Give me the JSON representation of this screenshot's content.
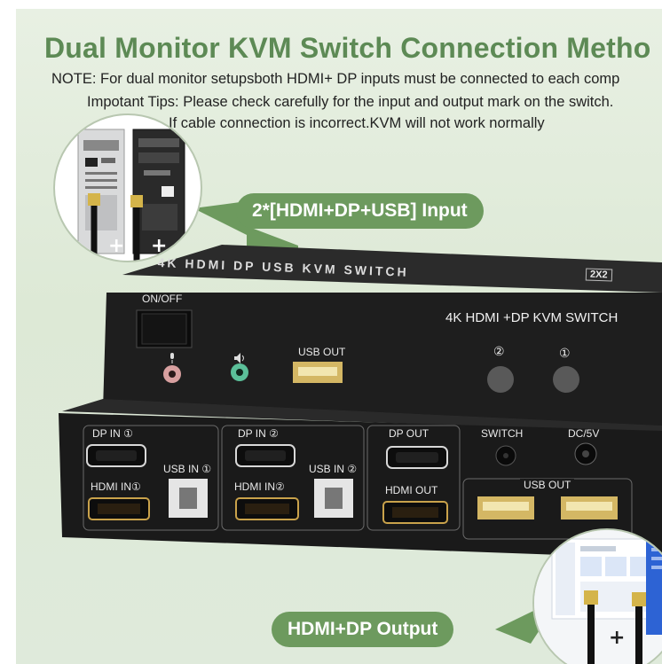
{
  "title": "Dual Monitor KVM Switch Connection Metho",
  "notes": {
    "line1": "NOTE: For dual monitor setupsboth HDMI+ DP inputs must be connected to each comp",
    "line2": "Impotant Tips: Please check carefully for the input and output mark on the switch.",
    "line3": "If cable connection is incorrect.KVM will not work normally"
  },
  "callouts": {
    "input": "2*[HDMI+DP+USB] Input",
    "output": "HDMI+DP Output"
  },
  "device": {
    "top_print": "4K HDMI DP USB KVM SWITCH",
    "top_badge": "2X2",
    "front_model": "4K HDMI +DP KVM SWITCH",
    "on_off": "ON/OFF",
    "usb_out_front": "USB OUT",
    "button_2": "②",
    "button_1": "①",
    "mic_icon": "mic-icon",
    "speaker_icon": "speaker-icon",
    "back": {
      "dp_in_1": "DP IN ①",
      "hdmi_in_1": "HDMI IN①",
      "usb_in_1": "USB IN ①",
      "dp_in_2": "DP IN ②",
      "hdmi_in_2": "HDMI IN②",
      "usb_in_2": "USB IN ②",
      "dp_out": "DP OUT",
      "hdmi_out": "HDMI OUT",
      "switch": "SWITCH",
      "dc": "DC/5V",
      "usb_out": "USB OUT"
    }
  },
  "plus_marks": [
    "+",
    "+"
  ],
  "plus_marks_output": [
    "+"
  ],
  "colors": {
    "accent_green": "#6d9a5e",
    "title_green": "#5d8a55",
    "device_black": "#1c1c1c",
    "usb_port": "#d4b764"
  }
}
